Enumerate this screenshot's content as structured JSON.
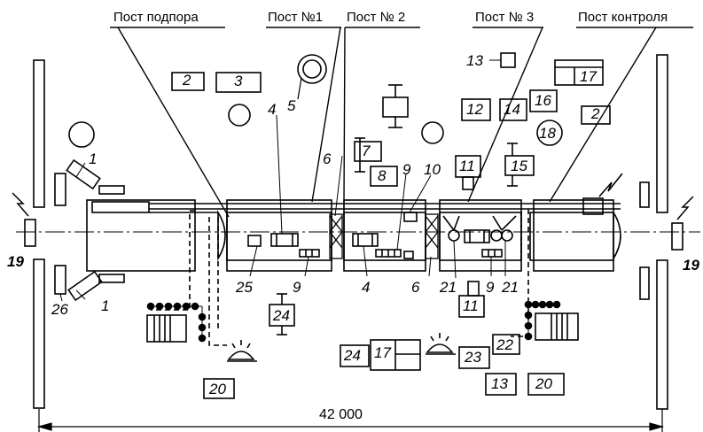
{
  "posts": {
    "podpora": "Пост подпора",
    "post1": "Пост №1",
    "post2": "Пост № 2",
    "post3": "Пост № 3",
    "kontrol": "Пост контроля"
  },
  "dimension": "42 000",
  "labels": {
    "n1a": "1",
    "n1b": "1",
    "n2a": "2",
    "n2b": "2",
    "n3": "3",
    "n4a": "4",
    "n4b": "4",
    "n5": "5",
    "n6a": "6",
    "n6b": "6",
    "n7": "7",
    "n8": "8",
    "n9a": "9",
    "n9b": "9",
    "n9c": "9",
    "n10": "10",
    "n11a": "11",
    "n11b": "11",
    "n12": "12",
    "n13a": "13",
    "n13b": "13",
    "n14": "14",
    "n15": "15",
    "n16": "16",
    "n17a": "17",
    "n17b": "17",
    "n18": "18",
    "n19a": "19",
    "n19b": "19",
    "n20a": "20",
    "n20b": "20",
    "n21a": "21",
    "n21b": "21",
    "n22": "22",
    "n23": "23",
    "n24a": "24",
    "n24b": "24",
    "n25": "25",
    "n26": "26"
  }
}
